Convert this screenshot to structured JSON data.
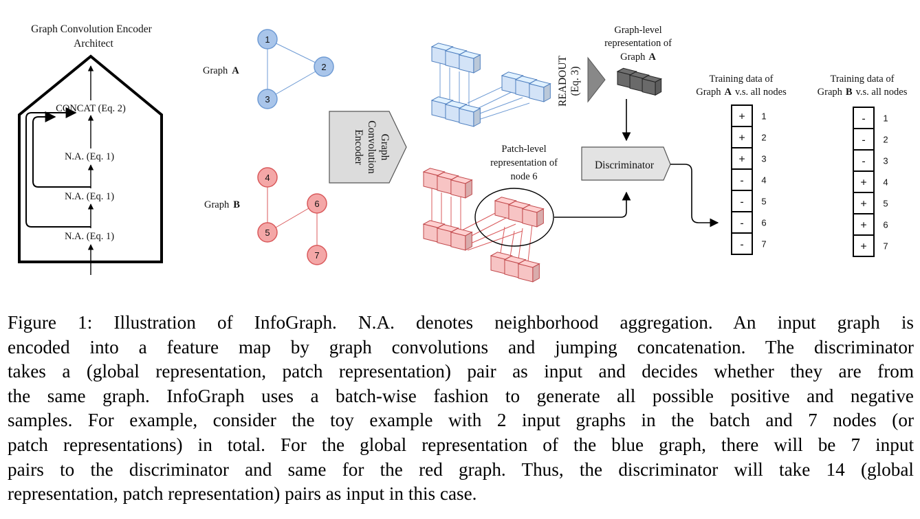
{
  "figure": {
    "encoder_title": [
      "Graph Convolution Encoder",
      "Architect"
    ],
    "encoder_layers": {
      "concat": "CONCAT (Eq. 2)",
      "na_top": "N.A. (Eq. 1)",
      "na_mid": "N.A. (Eq. 1)",
      "na_bottom": "N.A. (Eq. 1)"
    },
    "graph_a": {
      "label_prefix": "Graph",
      "label_letter": "A",
      "color": "#a9c5ea",
      "stroke": "#6f9bd4",
      "nodes": [
        "1",
        "2",
        "3"
      ]
    },
    "graph_b": {
      "label_prefix": "Graph",
      "label_letter": "B",
      "color": "#f4a7a7",
      "stroke": "#d9595b",
      "nodes": [
        "4",
        "5",
        "6",
        "7"
      ]
    },
    "gc_encoder": [
      "Graph",
      "Convolution",
      "Encoder"
    ],
    "readout": [
      "READOUT",
      "(Eq. 3)"
    ],
    "graph_level": {
      "lines": [
        "Graph-level",
        "representation of"
      ],
      "last_prefix": "Graph",
      "last_letter": "A"
    },
    "patch_level": [
      "Patch-level",
      "representation of",
      "node 6"
    ],
    "discriminator": "Discriminator",
    "training_a": {
      "line1": "Training data  of",
      "prefix": "Graph",
      "letter": "A",
      "suffix": "v.s. all nodes",
      "signs": [
        "+",
        "+",
        "+",
        "-",
        "-",
        "-",
        "-"
      ],
      "indices": [
        "1",
        "2",
        "3",
        "4",
        "5",
        "6",
        "7"
      ]
    },
    "training_b": {
      "line1": "Training data  of",
      "prefix": "Graph",
      "letter": "B",
      "suffix": "v.s. all nodes",
      "signs": [
        "-",
        "-",
        "-",
        "+",
        "+",
        "+",
        "+"
      ],
      "indices": [
        "1",
        "2",
        "3",
        "4",
        "5",
        "6",
        "7"
      ]
    }
  },
  "caption": {
    "lines": [
      "Figure 1: Illustration of InfoGraph.  N.A. denotes neighborhood aggregation.  An input graph is",
      "encoded into a feature map by graph convolutions and jumping concatenation. The discriminator",
      "takes a (global representation, patch representation) pair as input and decides whether they are from",
      "the same graph. InfoGraph uses a batch-wise fashion to generate all possible positive and negative",
      "samples.  For example, consider the toy example with 2 input graphs in the batch and 7 nodes (or",
      "patch representations) in total. For the global representation of the blue graph, there will be 7 input",
      "pairs to the discriminator and same for the red graph. Thus, the discriminator will take 14 (global",
      "representation, patch representation) pairs as input in this case."
    ]
  }
}
